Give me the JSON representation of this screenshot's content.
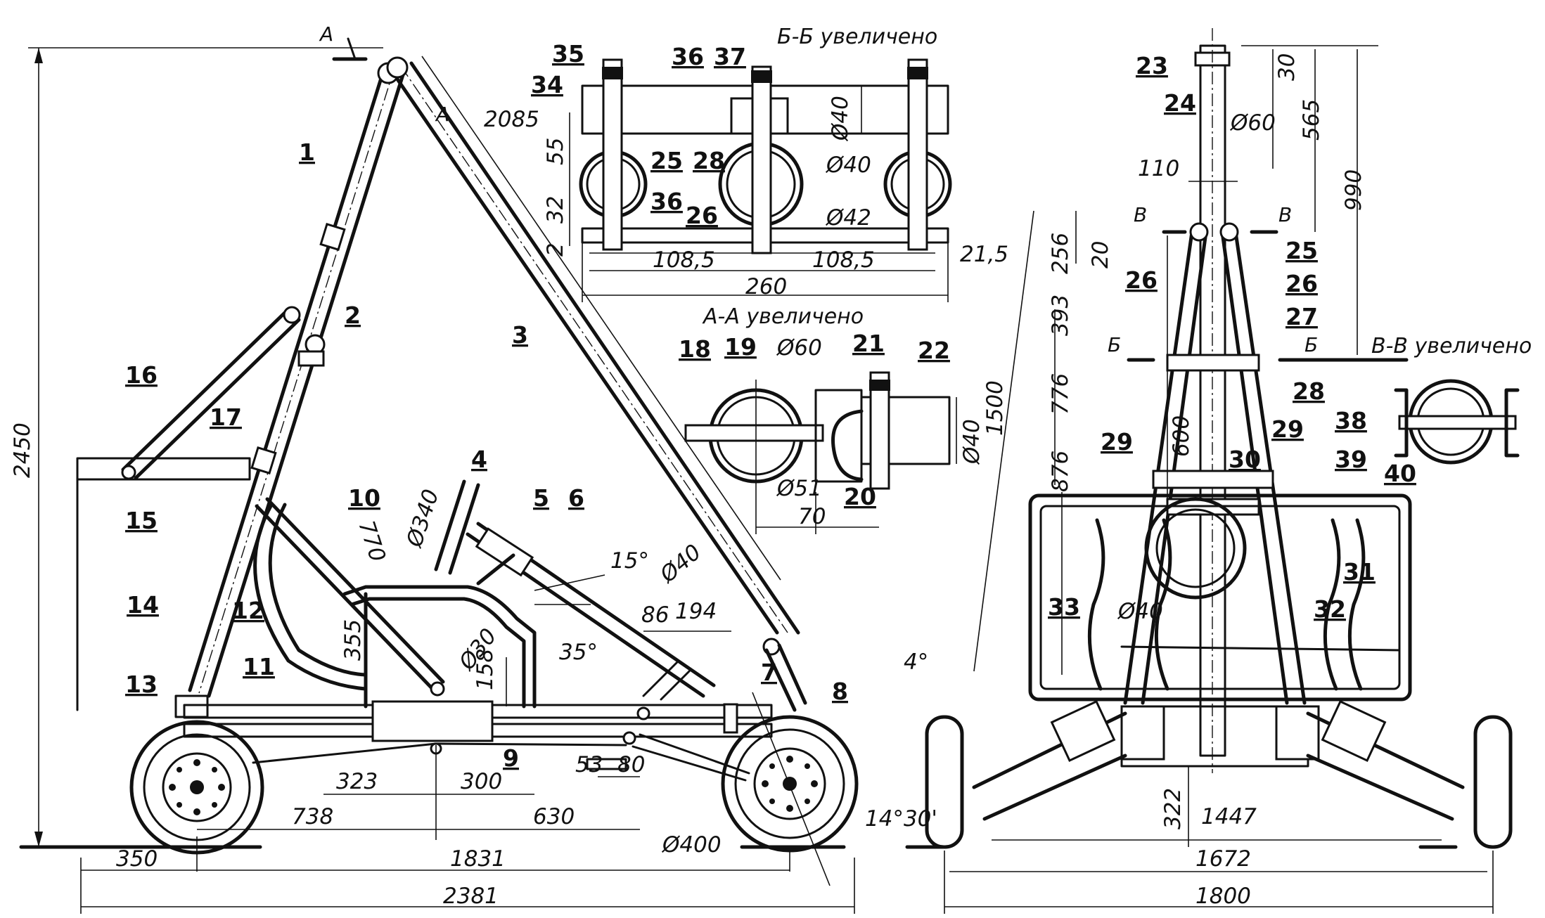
{
  "section_titles": {
    "bb": "Б-Б увеличено",
    "aa": "А-А увеличено",
    "vv": "В-В увеличено"
  },
  "section_marks": {
    "a": "А",
    "b": "Б",
    "v": "В"
  },
  "part_numbers": [
    "1",
    "2",
    "3",
    "4",
    "5",
    "6",
    "7",
    "8",
    "9",
    "10",
    "11",
    "12",
    "13",
    "14",
    "15",
    "16",
    "17",
    "18",
    "19",
    "20",
    "21",
    "22",
    "23",
    "24",
    "25",
    "26",
    "27",
    "28",
    "29",
    "30",
    "31",
    "32",
    "33",
    "34",
    "35",
    "36",
    "37",
    "38",
    "39",
    "40"
  ],
  "dimensions": {
    "side": {
      "height_total": "2450",
      "boom_len": "2085",
      "d340": "Ø340",
      "d770": "770",
      "d355": "355",
      "d30": "Ø30",
      "d158": "158",
      "d35deg": "35°",
      "d15deg": "15°",
      "d40": "Ø40",
      "d86": "86",
      "d194": "194",
      "d323": "323",
      "d300": "300",
      "d53": "53",
      "d80": "80",
      "d738": "738",
      "d630": "630",
      "d400": "Ø400",
      "d1431": "14°30'",
      "d350": "350",
      "d1831": "1831",
      "d2381": "2381"
    },
    "bb": {
      "d55": "55",
      "d32": "32",
      "d2": "2",
      "d40": "Ø40",
      "d40b": "Ø40",
      "d42": "Ø42",
      "d108a": "108,5",
      "d108b": "108,5",
      "d215": "21,5",
      "d260": "260"
    },
    "aa": {
      "d60": "Ø60",
      "d51": "Ø51",
      "d70": "70",
      "d1500": "1500",
      "d40": "Ø40"
    },
    "front": {
      "d30": "30",
      "d60": "Ø60",
      "d565": "565",
      "d990": "990",
      "d110": "110",
      "d256": "256",
      "d20": "20",
      "d393": "393",
      "d776": "776",
      "d876": "876",
      "d600": "600",
      "d40": "Ø40",
      "d4deg": "4°",
      "d322": "322",
      "d1447": "1447",
      "d1672": "1672",
      "d1800": "1800"
    }
  }
}
